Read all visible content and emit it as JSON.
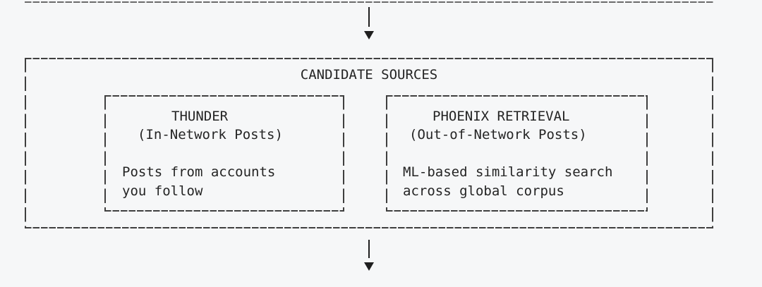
{
  "colors": {
    "background": "#f6f7f8",
    "line": "#3f3f3f",
    "text": "#242424",
    "arrow": "#1f1f1f",
    "top_edge": "#6b6b6b"
  },
  "connectors": {
    "top": {
      "icon": "arrow-down"
    },
    "bottom": {
      "icon": "arrow-down"
    }
  },
  "candidate_sources": {
    "title": "CANDIDATE SOURCES",
    "sources": [
      {
        "title": "THUNDER",
        "subtitle": "(In-Network Posts)",
        "description_line1": "Posts from accounts",
        "description_line2": "you follow"
      },
      {
        "title": "PHOENIX RETRIEVAL",
        "subtitle": "(Out-of-Network Posts)",
        "description_line1": "ML-based similarity search",
        "description_line2": "across global corpus"
      }
    ]
  }
}
